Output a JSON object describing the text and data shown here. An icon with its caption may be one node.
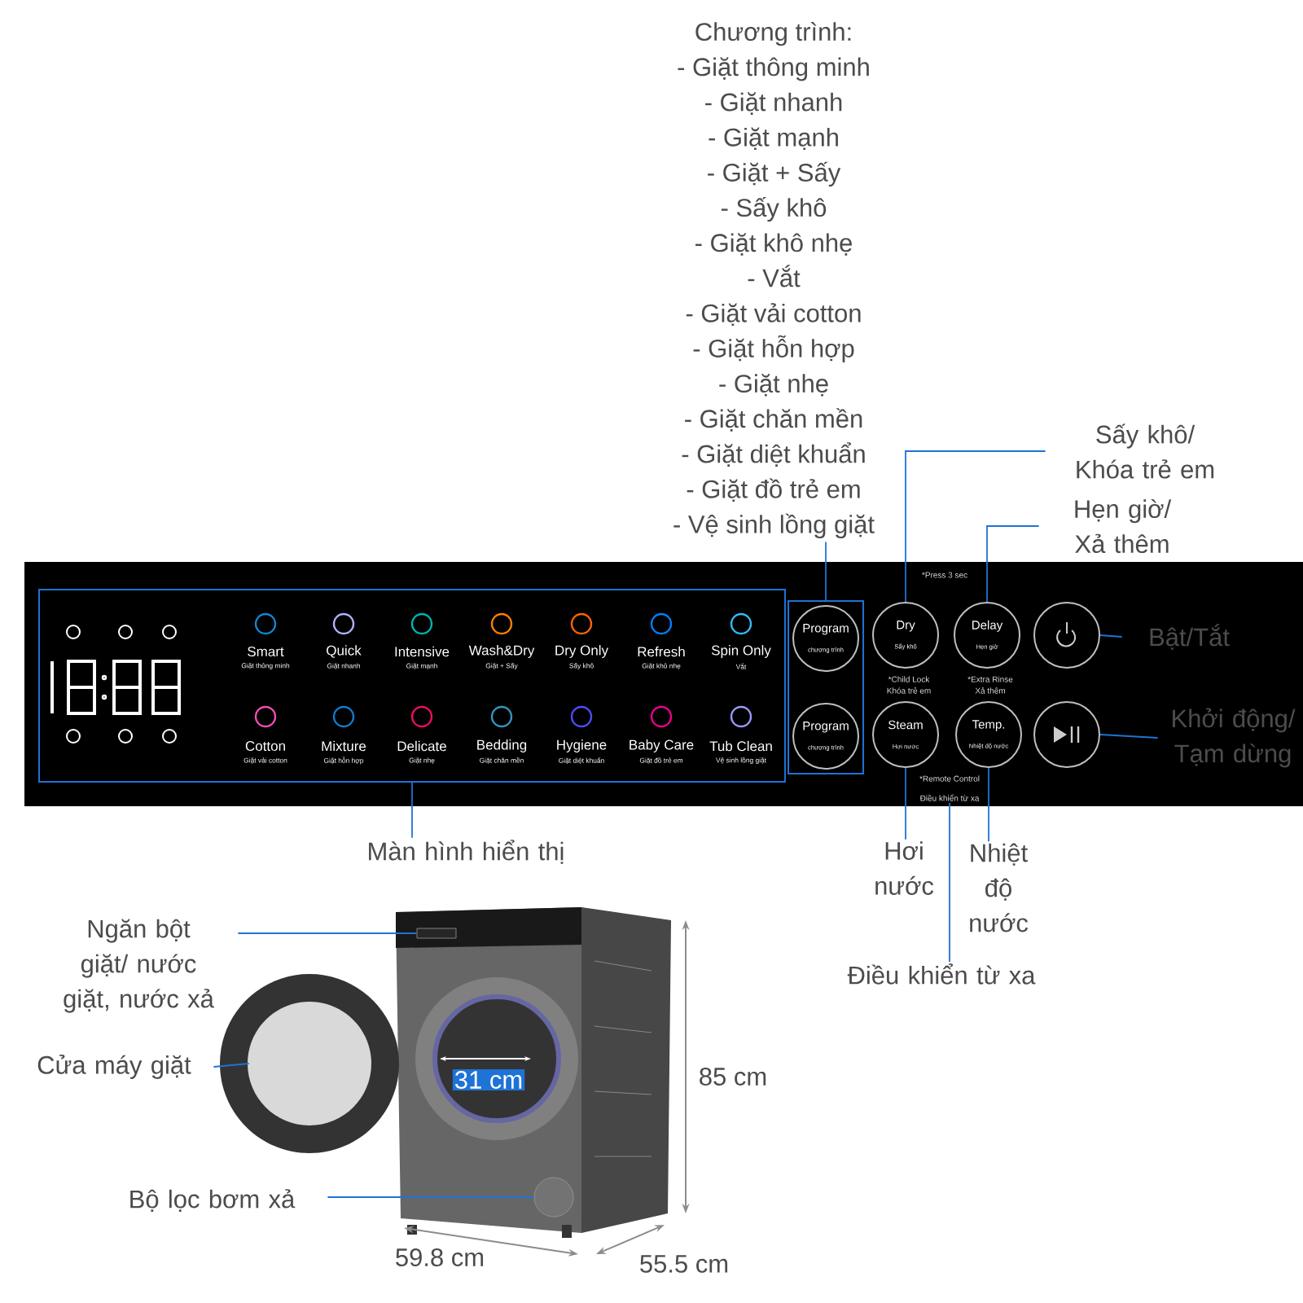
{
  "diagram": {
    "nodes": [
      {
        "text": [
          "Chương trình:",
          "- Giặt thông minh",
          "- Giặt nhanh",
          "- Giặt mạnh",
          "- Giặt + Sấy",
          "- Sấy khô",
          "- Giặt khô nhẹ",
          "- Vắt",
          "- Giặt vải cotton",
          "- Giặt hỗn hợp",
          "- Giặt nhẹ",
          "- Giặt chăn mền",
          "- Giặt diệt khuẩn",
          "- Giặt đồ trẻ em",
          "- Vệ sinh lồng giặt"
        ]
      },
      {
        "text": [],
        "shape": "box"
      },
      {
        "text": [
          "Program",
          "chương trình"
        ],
        "in": 1
      },
      {
        "text": [
          "Program",
          "chương trình"
        ],
        "in": 1
      },
      {
        "text": [
          "Dry",
          "Sấy khô"
        ]
      },
      {
        "text": [
          "Delay",
          "Hẹn giờ"
        ]
      },
      {
        "text": [],
        "shape": "circle"
      },
      {
        "text": [
          "Steam",
          "Hơi nước"
        ]
      },
      {
        "text": [
          "Temp.",
          "Nhiệt độ nước"
        ]
      },
      {
        "text": [],
        "shape": "circle"
      },
      {
        "text": [
          "Sấy khô/ Khóa trẻ em"
        ]
      },
      {
        "text": [
          "Hẹn giờ/ Xả thêm"
        ]
      },
      {
        "text": [
          "Bật/Tắt"
        ]
      },
      {
        "text": [
          "Khởi động/ Tạm dừng"
        ]
      },
      {
        "text": [],
        "shape": "box"
      },
      {
        "text": [
          "Màn hình hiển thị"
        ]
      },
      {
        "text": [
          "Hơi nước"
        ]
      },
      {
        "text": [
          "Nhiệt độ nước"
        ]
      },
      {
        "text": [
          "Điều khiển từ xa"
        ]
      },
      {
        "text": [
          "*Remote Control",
          "Điều khiển từ xa"
        ]
      },
      {
        "text": [],
        "shape": "picture"
      },
      {
        "text": [],
        "shape": "box",
        "in": 20
      },
      {
        "text": [],
        "shape": "circle"
      },
      {
        "text": [],
        "shape": "circle",
        "in": 20
      },
      {
        "text": [
          "Ngăn bột giặt/ nước giặt, nước xả"
        ]
      },
      {
        "text": [
          "Cửa máy giặt"
        ]
      },
      {
        "text": [
          "Bộ lọc bơm xả"
        ]
      }
    ],
    "edges": [
      {
        "from": 0,
        "to": 1,
        "arrow": "none"
      },
      {
        "from": 10,
        "to": 4,
        "arrow": "none"
      },
      {
        "from": 11,
        "to": 5,
        "arrow": "none"
      },
      {
        "from": 12,
        "to": 6,
        "arrow": "none"
      },
      {
        "from": 13,
        "to": 9,
        "arrow": "none"
      },
      {
        "from": 15,
        "to": 14,
        "arrow": "none"
      },
      {
        "from": 16,
        "to": 7,
        "arrow": "none"
      },
      {
        "from": 17,
        "to": 8,
        "arrow": "none"
      },
      {
        "from": 18,
        "to": 19,
        "arrow": "none"
      },
      {
        "from": 24,
        "to": 21,
        "arrow": "none"
      },
      {
        "from": 25,
        "to": 22,
        "arrow": "none"
      },
      {
        "from": 26,
        "to": 23,
        "arrow": "none"
      }
    ],
    "labels": [
      "Smart",
      "Giặt thông minh",
      "Quick",
      "Giặt nhanh",
      "Intensive",
      "Giặt mạnh",
      "Wash&Dry",
      "Giặt + Sấy",
      "Dry Only",
      "Sấy khô",
      "Refresh",
      "Giặt khô nhẹ",
      "Spin Only",
      "Vắt",
      "*Press 3 sec",
      "Cotton",
      "Giặt vải cotton",
      "Mixture",
      "Giặt hỗn hợp",
      "Delicate",
      "Giặt nhẹ",
      "Bedding",
      "Giặt chăn mền",
      "Hygiene",
      "Giặt diệt khuẩn",
      "Baby Care",
      "Giặt đồ trẻ em",
      "Tub Clean",
      "Vệ sinh lồng giặt",
      "*Child Lock",
      "Khóa trẻ em",
      "*Extra Rinse",
      "Xả thêm",
      "31 cm",
      "85 cm",
      "59.8 cm",
      "55.5 cm"
    ]
  }
}
